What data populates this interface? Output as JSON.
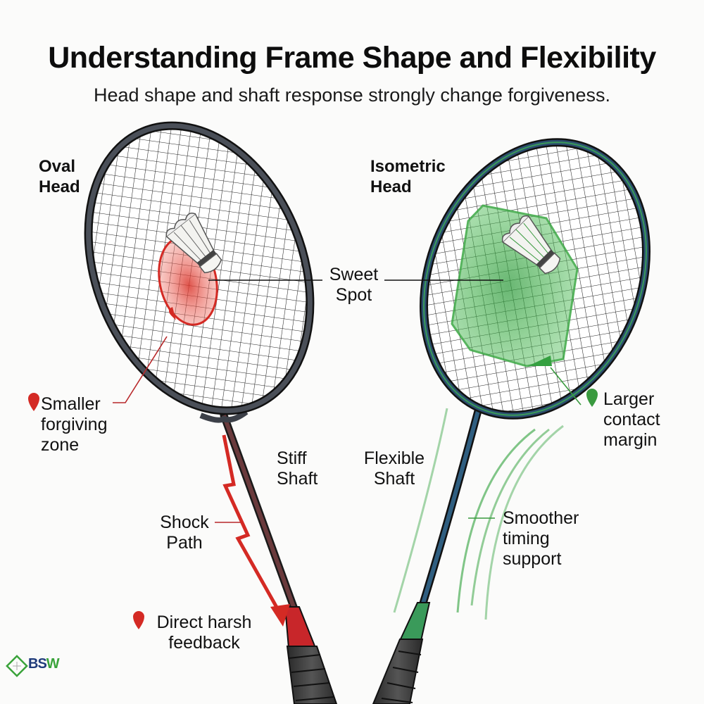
{
  "header": {
    "title": "Understanding Frame Shape and Flexibility",
    "subtitle": "Head shape and shaft response strongly change forgiveness."
  },
  "left_racket": {
    "head_label": [
      "Oval",
      "Head"
    ],
    "frame_color": "#3c4048",
    "sweet_spot_color": "#e0463c",
    "zone_label": [
      "Smaller",
      "forgiving",
      "zone"
    ],
    "shaft_label": [
      "Stiff",
      "Shaft"
    ],
    "shock_label": [
      "Shock",
      "Path"
    ],
    "feedback_label": [
      "Direct harsh",
      "feedback"
    ],
    "accent_color": "#d42a24"
  },
  "right_racket": {
    "head_label": [
      "Isometric",
      "Head"
    ],
    "frame_color": "#2b4d6e",
    "frame_accent": "#3a9a5a",
    "sweet_spot_color": "#3fae48",
    "margin_label": [
      "Larger",
      "contact",
      "margin"
    ],
    "shaft_label": [
      "Flexible",
      "Shaft"
    ],
    "timing_label": [
      "Smoother",
      "timing",
      "support"
    ],
    "accent_color": "#3a9a3f"
  },
  "center": {
    "sweet_spot_label": [
      "Sweet",
      "Spot"
    ]
  },
  "logo": {
    "text_main": "BS",
    "text_accent": "W"
  },
  "icons": {
    "left_pin": "map-pin-icon",
    "right_pin": "map-pin-icon",
    "shuttlecock": "shuttlecock-icon",
    "lightning": "lightning-bolt-icon"
  }
}
